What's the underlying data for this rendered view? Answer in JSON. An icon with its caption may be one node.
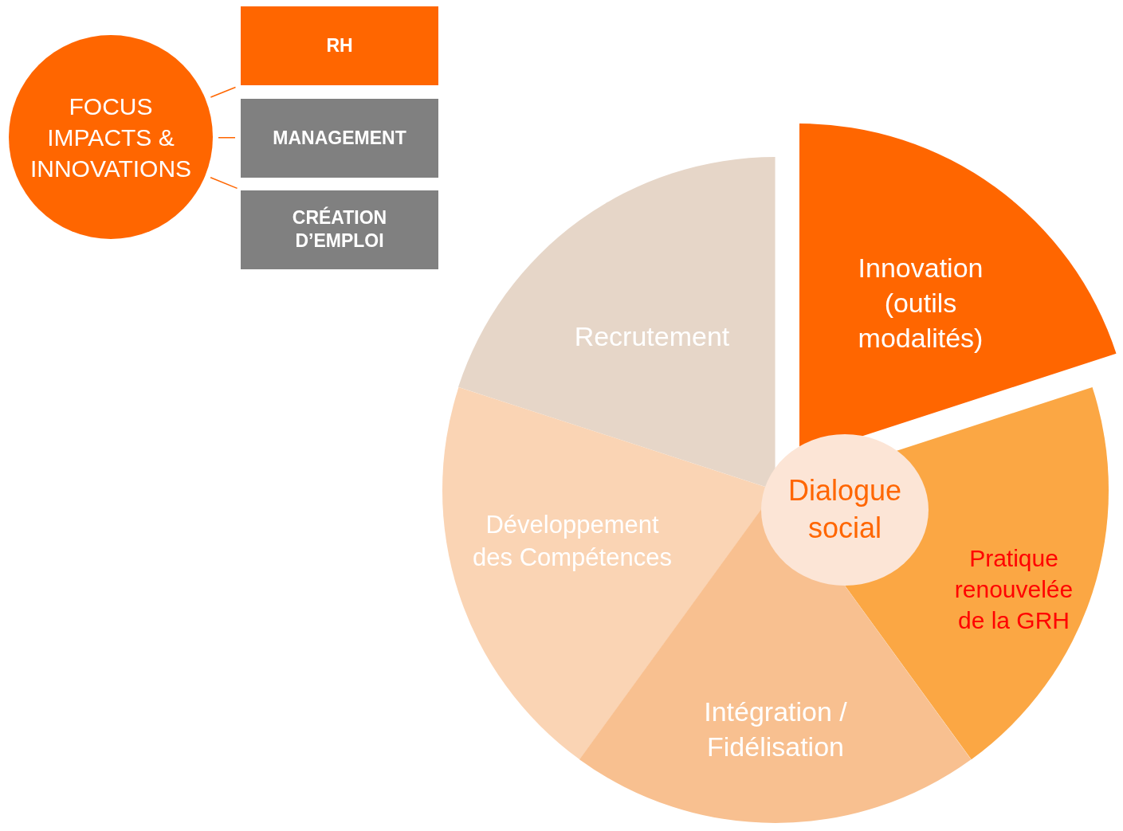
{
  "diagram": {
    "nodes": [
      {
        "text": [
          "FOCUS IMPACTS & INNOVATIONS"
        ]
      },
      {
        "text": [
          "RH"
        ]
      },
      {
        "text": [
          "MANAGEMENT"
        ]
      },
      {
        "text": [
          "CRÉATION D’EMPLOI"
        ]
      },
      {
        "text": [
          "Innovation (outils modalités)"
        ]
      },
      {
        "text": [
          "Recrutement"
        ]
      },
      {
        "text": [
          "Développement des Compétences"
        ]
      },
      {
        "text": [
          "Pratique renouvelée de la GRH"
        ]
      },
      {
        "text": [
          "Intégration / Fidélisation"
        ]
      },
      {
        "text": [
          "Dialogue social"
        ]
      }
    ],
    "edges": [
      {
        "from": 0,
        "to": 1,
        "arrow": "none"
      },
      {
        "from": 0,
        "to": 2,
        "arrow": "none"
      },
      {
        "from": 0,
        "to": 3,
        "arrow": "none"
      }
    ]
  }
}
